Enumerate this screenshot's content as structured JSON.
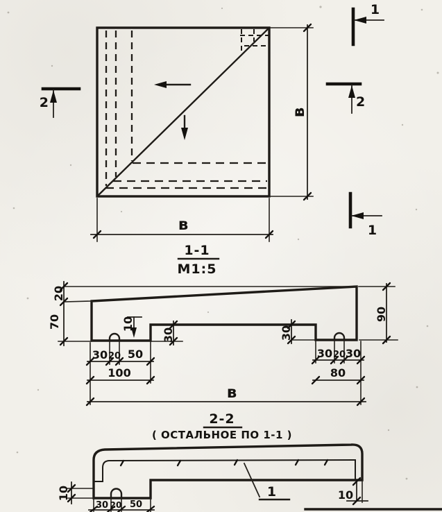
{
  "colors": {
    "ink": "#1e1b17",
    "paper": "#f2f0ea"
  },
  "drawing": {
    "plan": {
      "markers": {
        "top": "1",
        "bottom": "1",
        "left": "2",
        "right": "2"
      },
      "height_label": "в",
      "width_label": "в"
    },
    "section11": {
      "title": "1-1",
      "scale": "М1:5",
      "dims": {
        "top_drop": "20",
        "left_height": "70",
        "slot_depth": "10",
        "recess_left": "30",
        "recess_right": "30",
        "right_height": "90",
        "pad_left": {
          "a": "30",
          "b": "20",
          "c": "50",
          "total": "100"
        },
        "pad_right": {
          "a": "30",
          "b": "20",
          "c": "30",
          "total": "80"
        },
        "width": "в"
      }
    },
    "section22": {
      "title": "2-2",
      "note": "( ОСТАЛЬНОЕ ПО 1-1 )",
      "callout": "1",
      "dims": {
        "left_lip": "10",
        "right_depth": "10",
        "pad": {
          "a": "30",
          "b": "20",
          "c": "50"
        }
      }
    }
  }
}
